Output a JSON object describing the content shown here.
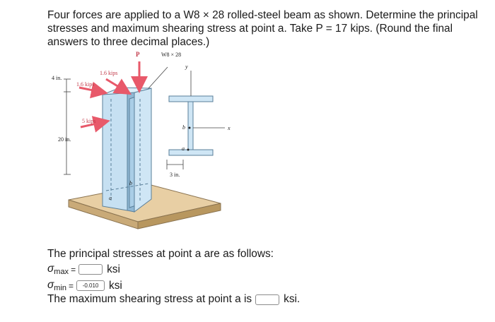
{
  "question": {
    "text": "Four forces are applied to a W8 × 28 rolled-steel beam as shown. Determine the principal stresses and maximum shearing stress at point a. Take P = 17 kips. (Round the final answers to three decimal places.)"
  },
  "figure": {
    "labels": {
      "p": "P",
      "section": "W8 × 28",
      "y_axis": "y",
      "x_axis": "x",
      "dim_4in": "4 in.",
      "force_16_a": "1.6 kips",
      "force_16_b": "1.6 kips",
      "force_5": "5 kips",
      "dim_20in": "20 in.",
      "dim_3in": "3 in.",
      "point_a": "a",
      "point_b": "b",
      "point_a_beam": "a",
      "point_b_beam": "b"
    },
    "colors": {
      "force_arrow": "#e8596a",
      "steel": "#a9cde6",
      "base": "#e8cfa4"
    }
  },
  "answers": {
    "heading": "The principal stresses at point a are as follows:",
    "sigma_max": {
      "symbol": "σ",
      "sub": "max",
      "equals": "=",
      "value": "",
      "unit": "ksi"
    },
    "sigma_min": {
      "symbol": "σ",
      "sub": "min",
      "equals": "=",
      "value": "-0.010",
      "unit": "ksi"
    },
    "shear": {
      "text": "The maximum shearing stress at point a is",
      "value": "",
      "unit": "ksi."
    }
  }
}
